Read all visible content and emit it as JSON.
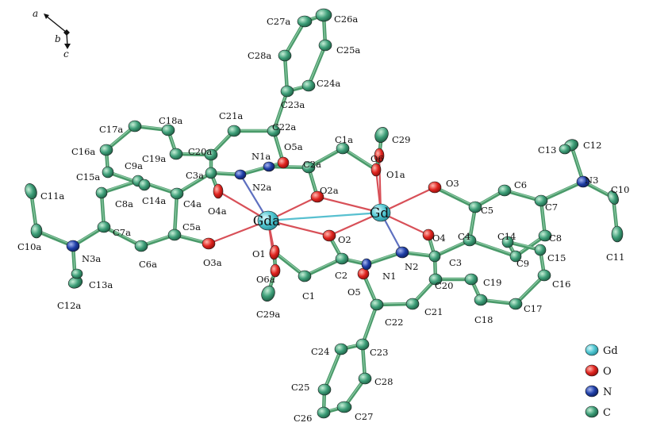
{
  "colors": {
    "Gd": "#4fc7d2",
    "O": "#e0241f",
    "N": "#1f3fa8",
    "C": "#3d9e78",
    "bond": "#4a9a6a",
    "gd_bond_O": "#d85058",
    "gd_bond_N": "#5e70c0",
    "gd_bond_Gd": "#58c0d0"
  },
  "axes": {
    "a": "a",
    "b": "b",
    "c": "c"
  },
  "legend": [
    {
      "element": "Gd",
      "label": "Gd"
    },
    {
      "element": "O",
      "label": "O"
    },
    {
      "element": "N",
      "label": "N"
    },
    {
      "element": "C",
      "label": "C"
    }
  ],
  "atoms": [
    {
      "id": "Gda",
      "element": "Gd",
      "label": "Gda"
    },
    {
      "id": "Gd",
      "element": "Gd",
      "label": "Gd"
    },
    {
      "id": "O1",
      "element": "O",
      "label": "O1"
    },
    {
      "id": "O2",
      "element": "O",
      "label": "O2"
    },
    {
      "id": "O3",
      "element": "O",
      "label": "O3"
    },
    {
      "id": "O4",
      "element": "O",
      "label": "O4"
    },
    {
      "id": "O5",
      "element": "O",
      "label": "O5"
    },
    {
      "id": "O6",
      "element": "O",
      "label": "O6"
    },
    {
      "id": "O1a",
      "element": "O",
      "label": "O1a"
    },
    {
      "id": "O2a",
      "element": "O",
      "label": "O2a"
    },
    {
      "id": "O3a",
      "element": "O",
      "label": "O3a"
    },
    {
      "id": "O4a",
      "element": "O",
      "label": "O4a"
    },
    {
      "id": "O5a",
      "element": "O",
      "label": "O5a"
    },
    {
      "id": "O6a",
      "element": "O",
      "label": "O6a"
    },
    {
      "id": "N1",
      "element": "N",
      "label": "N1"
    },
    {
      "id": "N2",
      "element": "N",
      "label": "N2"
    },
    {
      "id": "N3",
      "element": "N",
      "label": "N3"
    },
    {
      "id": "N1a",
      "element": "N",
      "label": "N1a"
    },
    {
      "id": "N2a",
      "element": "N",
      "label": "N2a"
    },
    {
      "id": "N3a",
      "element": "N",
      "label": "N3a"
    },
    {
      "id": "C1",
      "element": "C",
      "label": "C1"
    },
    {
      "id": "C2",
      "element": "C",
      "label": "C2"
    },
    {
      "id": "C3",
      "element": "C",
      "label": "C3"
    },
    {
      "id": "C4",
      "element": "C",
      "label": "C4"
    },
    {
      "id": "C5",
      "element": "C",
      "label": "C5"
    },
    {
      "id": "C6",
      "element": "C",
      "label": "C6"
    },
    {
      "id": "C7",
      "element": "C",
      "label": "C7"
    },
    {
      "id": "C8",
      "element": "C",
      "label": "C8"
    },
    {
      "id": "C9",
      "element": "C",
      "label": "C9"
    },
    {
      "id": "C10",
      "element": "C",
      "label": "C10"
    },
    {
      "id": "C11",
      "element": "C",
      "label": "C11"
    },
    {
      "id": "C12",
      "element": "C",
      "label": "C12"
    },
    {
      "id": "C13",
      "element": "C",
      "label": "C13"
    },
    {
      "id": "C14",
      "element": "C",
      "label": "C14"
    },
    {
      "id": "C15",
      "element": "C",
      "label": "C15"
    },
    {
      "id": "C16",
      "element": "C",
      "label": "C16"
    },
    {
      "id": "C17",
      "element": "C",
      "label": "C17"
    },
    {
      "id": "C18",
      "element": "C",
      "label": "C18"
    },
    {
      "id": "C19",
      "element": "C",
      "label": "C19"
    },
    {
      "id": "C20",
      "element": "C",
      "label": "C20"
    },
    {
      "id": "C21",
      "element": "C",
      "label": "C21"
    },
    {
      "id": "C22",
      "element": "C",
      "label": "C22"
    },
    {
      "id": "C23",
      "element": "C",
      "label": "C23"
    },
    {
      "id": "C24",
      "element": "C",
      "label": "C24"
    },
    {
      "id": "C25",
      "element": "C",
      "label": "C25"
    },
    {
      "id": "C26",
      "element": "C",
      "label": "C26"
    },
    {
      "id": "C27",
      "element": "C",
      "label": "C27"
    },
    {
      "id": "C28",
      "element": "C",
      "label": "C28"
    },
    {
      "id": "C29",
      "element": "C",
      "label": "C29"
    },
    {
      "id": "C1a",
      "element": "C",
      "label": "C1a"
    },
    {
      "id": "C2a",
      "element": "C",
      "label": "C2a"
    },
    {
      "id": "C3a",
      "element": "C",
      "label": "C3a"
    },
    {
      "id": "C4a",
      "element": "C",
      "label": "C4a"
    },
    {
      "id": "C5a",
      "element": "C",
      "label": "C5a"
    },
    {
      "id": "C6a",
      "element": "C",
      "label": "C6a"
    },
    {
      "id": "C7a",
      "element": "C",
      "label": "C7a"
    },
    {
      "id": "C8a",
      "element": "C",
      "label": "C8a"
    },
    {
      "id": "C9a",
      "element": "C",
      "label": "C9a"
    },
    {
      "id": "C10a",
      "element": "C",
      "label": "C10a"
    },
    {
      "id": "C11a",
      "element": "C",
      "label": "C11a"
    },
    {
      "id": "C12a",
      "element": "C",
      "label": "C12a"
    },
    {
      "id": "C13a",
      "element": "C",
      "label": "C13a"
    },
    {
      "id": "C14a",
      "element": "C",
      "label": "C14a"
    },
    {
      "id": "C15a",
      "element": "C",
      "label": "C15a"
    },
    {
      "id": "C16a",
      "element": "C",
      "label": "C16a"
    },
    {
      "id": "C17a",
      "element": "C",
      "label": "C17a"
    },
    {
      "id": "C18a",
      "element": "C",
      "label": "C18a"
    },
    {
      "id": "C19a",
      "element": "C",
      "label": "C19a"
    },
    {
      "id": "C20a",
      "element": "C",
      "label": "C20a"
    },
    {
      "id": "C21a",
      "element": "C",
      "label": "C21a"
    },
    {
      "id": "C22a",
      "element": "C",
      "label": "C22a"
    },
    {
      "id": "C23a",
      "element": "C",
      "label": "C23a"
    },
    {
      "id": "C24a",
      "element": "C",
      "label": "C24a"
    },
    {
      "id": "C25a",
      "element": "C",
      "label": "C25a"
    },
    {
      "id": "C26a",
      "element": "C",
      "label": "C26a"
    },
    {
      "id": "C27a",
      "element": "C",
      "label": "C27a"
    },
    {
      "id": "C28a",
      "element": "C",
      "label": "C28a"
    },
    {
      "id": "C29a",
      "element": "C",
      "label": "C29a"
    }
  ],
  "bonds": [
    [
      "Gd",
      "Gda"
    ],
    [
      "Gd",
      "O1a"
    ],
    [
      "Gd",
      "O2a"
    ],
    [
      "Gd",
      "O2"
    ],
    [
      "Gd",
      "O3"
    ],
    [
      "Gd",
      "O4"
    ],
    [
      "Gd",
      "O6"
    ],
    [
      "Gd",
      "N2"
    ],
    [
      "Gda",
      "O1"
    ],
    [
      "Gda",
      "O2"
    ],
    [
      "Gda",
      "O2a"
    ],
    [
      "Gda",
      "O3a"
    ],
    [
      "Gda",
      "O4a"
    ],
    [
      "Gda",
      "O6a"
    ],
    [
      "Gda",
      "N2a"
    ],
    [
      "O3",
      "C5"
    ],
    [
      "C5",
      "C6"
    ],
    [
      "C6",
      "C7"
    ],
    [
      "C7",
      "C8"
    ],
    [
      "C8",
      "C9"
    ],
    [
      "C9",
      "C4"
    ],
    [
      "C4",
      "C5"
    ],
    [
      "C7",
      "N3"
    ],
    [
      "N3",
      "C12"
    ],
    [
      "C12",
      "C13"
    ],
    [
      "N3",
      "C10"
    ],
    [
      "C10",
      "C11"
    ],
    [
      "C9",
      "C14"
    ],
    [
      "C14",
      "C15"
    ],
    [
      "C15",
      "C16"
    ],
    [
      "C16",
      "C17"
    ],
    [
      "C17",
      "C18"
    ],
    [
      "C18",
      "C19"
    ],
    [
      "C19",
      "C20"
    ],
    [
      "C20",
      "C3"
    ],
    [
      "C3",
      "C4"
    ],
    [
      "C3",
      "O4"
    ],
    [
      "C3",
      "N2"
    ],
    [
      "N2",
      "N1"
    ],
    [
      "N1",
      "C2"
    ],
    [
      "C2",
      "O2"
    ],
    [
      "C2",
      "C1"
    ],
    [
      "C1",
      "O1"
    ],
    [
      "O1",
      "O6a"
    ],
    [
      "O6a",
      "C29a"
    ],
    [
      "N1",
      "O5"
    ],
    [
      "O5",
      "C22"
    ],
    [
      "C22",
      "C21"
    ],
    [
      "C21",
      "C20"
    ],
    [
      "C22",
      "C23"
    ],
    [
      "C23",
      "C24"
    ],
    [
      "C24",
      "C25"
    ],
    [
      "C25",
      "C26"
    ],
    [
      "C26",
      "C27"
    ],
    [
      "C27",
      "C28"
    ],
    [
      "C28",
      "C23"
    ],
    [
      "O3a",
      "C5a"
    ],
    [
      "C5a",
      "C6a"
    ],
    [
      "C6a",
      "C7a"
    ],
    [
      "C7a",
      "C8a"
    ],
    [
      "C8a",
      "C9a"
    ],
    [
      "C9a",
      "C4a"
    ],
    [
      "C4a",
      "C5a"
    ],
    [
      "C7a",
      "N3a"
    ],
    [
      "N3a",
      "C12a"
    ],
    [
      "C12a",
      "C13a"
    ],
    [
      "N3a",
      "C10a"
    ],
    [
      "C10a",
      "C11a"
    ],
    [
      "C9a",
      "C14a"
    ],
    [
      "C14a",
      "C15a"
    ],
    [
      "C15a",
      "C16a"
    ],
    [
      "C16a",
      "C17a"
    ],
    [
      "C17a",
      "C18a"
    ],
    [
      "C18a",
      "C19a"
    ],
    [
      "C19a",
      "C20a"
    ],
    [
      "C20a",
      "C3a"
    ],
    [
      "C3a",
      "C4a"
    ],
    [
      "C3a",
      "O4a"
    ],
    [
      "C3a",
      "N2a"
    ],
    [
      "N2a",
      "N1a"
    ],
    [
      "N1a",
      "C2a"
    ],
    [
      "C2a",
      "O2a"
    ],
    [
      "C2a",
      "C1a"
    ],
    [
      "C1a",
      "O1a"
    ],
    [
      "O1a",
      "O6"
    ],
    [
      "O6",
      "C29"
    ],
    [
      "N1a",
      "O5a"
    ],
    [
      "O5a",
      "C22a"
    ],
    [
      "C22a",
      "C21a"
    ],
    [
      "C21a",
      "C20a"
    ],
    [
      "C22a",
      "C23a"
    ],
    [
      "C23a",
      "C24a"
    ],
    [
      "C24a",
      "C25a"
    ],
    [
      "C25a",
      "C26a"
    ],
    [
      "C26a",
      "C27a"
    ],
    [
      "C27a",
      "C28a"
    ],
    [
      "C28a",
      "C23a"
    ]
  ]
}
